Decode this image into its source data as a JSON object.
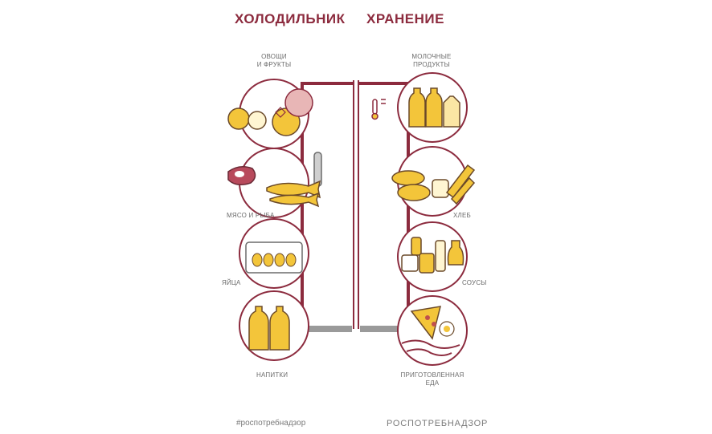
{
  "titles": {
    "left": "ХОЛОДИЛЬНИК",
    "right": "ХРАНЕНИЕ"
  },
  "categories": {
    "vegetables_fruits": [
      "ОВОЩИ",
      "И ФРУКТЫ"
    ],
    "meat_fish": "МЯСО И РЫБА",
    "eggs": "ЯЙЦА",
    "drinks": "НАПИТКИ",
    "dairy": [
      "МОЛОЧНЫЕ",
      "ПРОДУКТЫ"
    ],
    "bread": "ХЛЕБ",
    "sauces": "СОУСЫ",
    "cooked_food": [
      "ПРИГОТОВЛЕННАЯ",
      "ЕДА"
    ]
  },
  "footer": {
    "hashtag": "#роспотребнадзор",
    "brand": "РОСПОТРЕБНАДЗОР"
  },
  "colors": {
    "accent": "#8c2b3e",
    "food_fill": "#f3c53a",
    "text": "#6b6b6b",
    "shelf_gray": "#9a9a9a"
  }
}
